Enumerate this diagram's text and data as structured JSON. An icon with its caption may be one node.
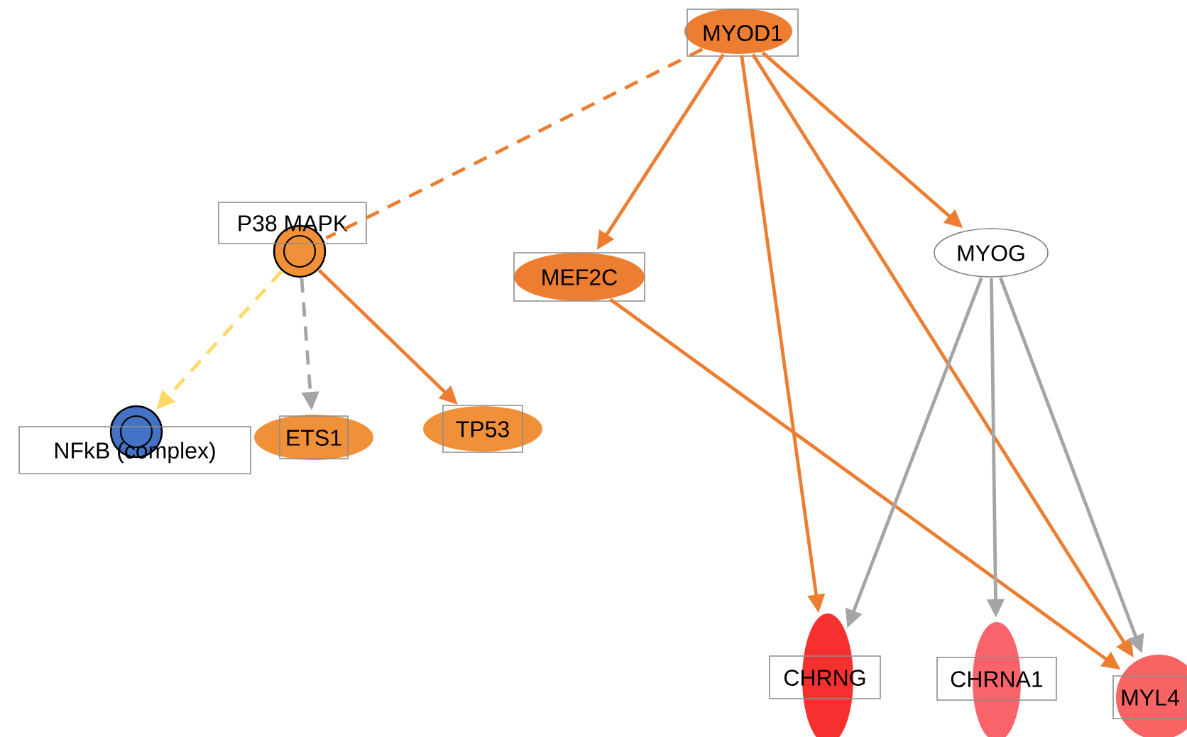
{
  "diagram": {
    "nodes": [
      {
        "text": [
          "MYOD1"
        ]
      },
      {
        "text": [
          "P38 MAPK"
        ]
      },
      {
        "text": [
          "MEF2C"
        ]
      },
      {
        "text": [
          "MYOG"
        ]
      },
      {
        "text": [
          "NFkB (complex)"
        ]
      },
      {
        "text": [
          "ETS1"
        ]
      },
      {
        "text": [
          "TP53"
        ]
      },
      {
        "text": [
          "CHRNG"
        ]
      },
      {
        "text": [
          "CHRNA1"
        ]
      },
      {
        "text": [
          "MYL4"
        ]
      }
    ],
    "edges": [
      {
        "from": 0,
        "to": 1,
        "arrow": "none",
        "style": "dashed"
      },
      {
        "from": 0,
        "to": 2,
        "arrow": "to"
      },
      {
        "from": 0,
        "to": 7,
        "arrow": "to"
      },
      {
        "from": 0,
        "to": 9,
        "arrow": "to"
      },
      {
        "from": 0,
        "to": 3,
        "arrow": "to"
      },
      {
        "from": 1,
        "to": 4,
        "arrow": "to",
        "style": "dashed",
        "color": "#ffd966"
      },
      {
        "from": 1,
        "to": 5,
        "arrow": "to",
        "style": "dashed",
        "color": "#a5a5a5"
      },
      {
        "from": 1,
        "to": 6,
        "arrow": "to"
      },
      {
        "from": 2,
        "to": 9,
        "arrow": "to"
      },
      {
        "from": 3,
        "to": 7,
        "arrow": "to",
        "color": "#a5a5a5"
      },
      {
        "from": 3,
        "to": 8,
        "arrow": "to",
        "color": "#a5a5a5"
      },
      {
        "from": 3,
        "to": 9,
        "arrow": "to",
        "color": "#a5a5a5"
      }
    ]
  }
}
